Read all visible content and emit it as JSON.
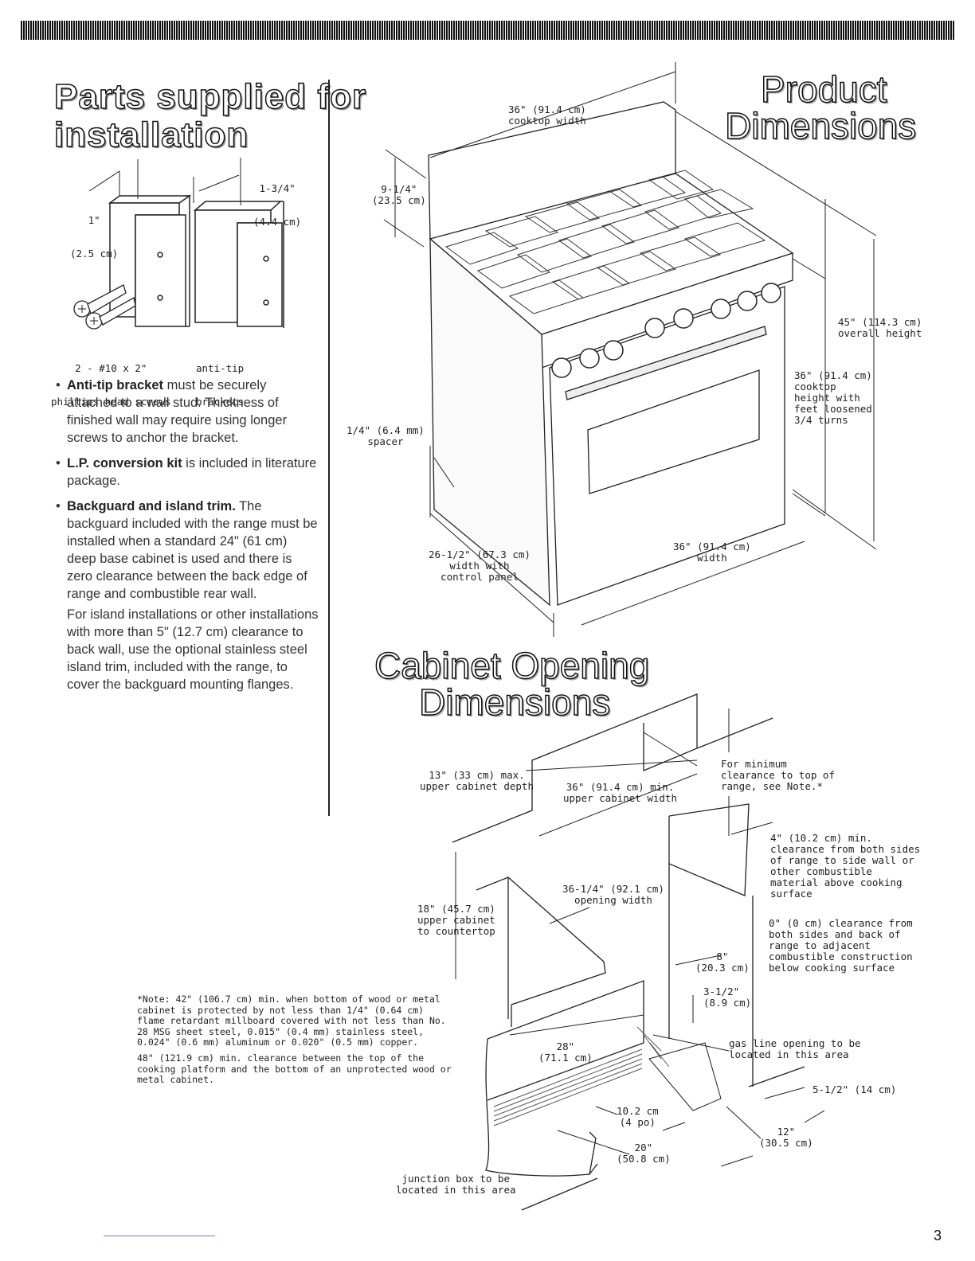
{
  "page": {
    "number": "3"
  },
  "parts": {
    "title_line1": "Parts supplied for",
    "title_line2": "installation",
    "dim_1in": "1\"",
    "dim_1in_cm": "(2.5 cm)",
    "dim_134": "1-3/4\"",
    "dim_134_cm": "(4.4 cm)",
    "screws_line1": "2 - #10 x 2\"",
    "screws_line2": "phillips head screws",
    "brackets_line1": "anti-tip",
    "brackets_line2": "brackets",
    "items": [
      {
        "bold": "Anti-tip bracket",
        "text": " must be securely attached to a wall stud. Thickness of finished wall may require using longer screws to anchor the bracket."
      },
      {
        "bold": "L.P. conversion kit",
        "text": " is included in literature package."
      },
      {
        "bold": "Backguard and island trim.",
        "text": " The backguard included with the range must be installed when a standard 24\" (61 cm) deep base cabinet is used and there is zero clearance between the back edge of range and combustible rear wall."
      }
    ],
    "island_para": "For island installations or other installations with more than 5\" (12.7 cm) clearance to back wall, use the optional stainless steel island trim, included with the range, to cover the backguard mounting flanges."
  },
  "product": {
    "title_line1": "Product",
    "title_line2": "Dimensions",
    "cooktop_width": "36\" (91.4 cm)\ncooktop width",
    "backguard": "9-1/4\"\n(23.5 cm)",
    "overall_height": "45\" (114.3 cm)\noverall height",
    "cooktop_height": "36\" (91.4 cm)\ncooktop\nheight with\nfeet loosened\n3/4 turns",
    "spacer": "1/4\" (6.4 mm)\nspacer",
    "depth": "26-1/2\" (67.3 cm)\nwidth with\ncontrol panel",
    "width": "36\" (91.4 cm)\nwidth"
  },
  "cabinet": {
    "title_line1": "Cabinet Opening",
    "title_line2": "Dimensions",
    "upper_depth": "13\" (33 cm) max.\nupper cabinet depth",
    "upper_width": "36\" (91.4 cm) min.\nupper cabinet width",
    "min_clearance_top": "For minimum\nclearance to top of\nrange, see Note.*",
    "side_clearance": "4\" (10.2 cm) min.\nclearance from both sides\nof range to side wall or\nother combustible\nmaterial above cooking\nsurface",
    "zero_clearance": "0\" (0 cm) clearance from\nboth sides and back of\nrange to adjacent\ncombustible construction\nbelow cooking surface",
    "upper_to_counter": "18\" (45.7 cm)\nupper cabinet\nto countertop",
    "opening_width": "36-1/4\" (92.1 cm)\nopening width",
    "dim_8": "8\"\n(20.3 cm)",
    "dim_312": "3-1/2\"\n(8.9 cm)",
    "gas_line": "gas line opening to be\nlocated in this area",
    "dim_28": "28\"\n(71.1 cm)",
    "dim_512": "5-1/2\" (14 cm)",
    "dim_102": "10.2 cm\n(4 po)",
    "dim_12": "12\"\n(30.5 cm)",
    "dim_20": "20\"\n(50.8 cm)",
    "junction": "junction box to be\nlocated in this area",
    "note1": "*Note: 42\" (106.7 cm) min. when bottom of wood or metal cabinet is protected by not less than 1/4\" (0.64 cm) flame retardant millboard covered with not less than No. 28 MSG sheet steel, 0.015\" (0.4 mm) stainless steel, 0.024\" (0.6 mm) aluminum or 0.020\" (0.5 mm) copper.",
    "note2": "48\" (121.9 cm) min. clearance between the top of the cooking platform and the bottom of an unprotected wood or metal cabinet."
  }
}
